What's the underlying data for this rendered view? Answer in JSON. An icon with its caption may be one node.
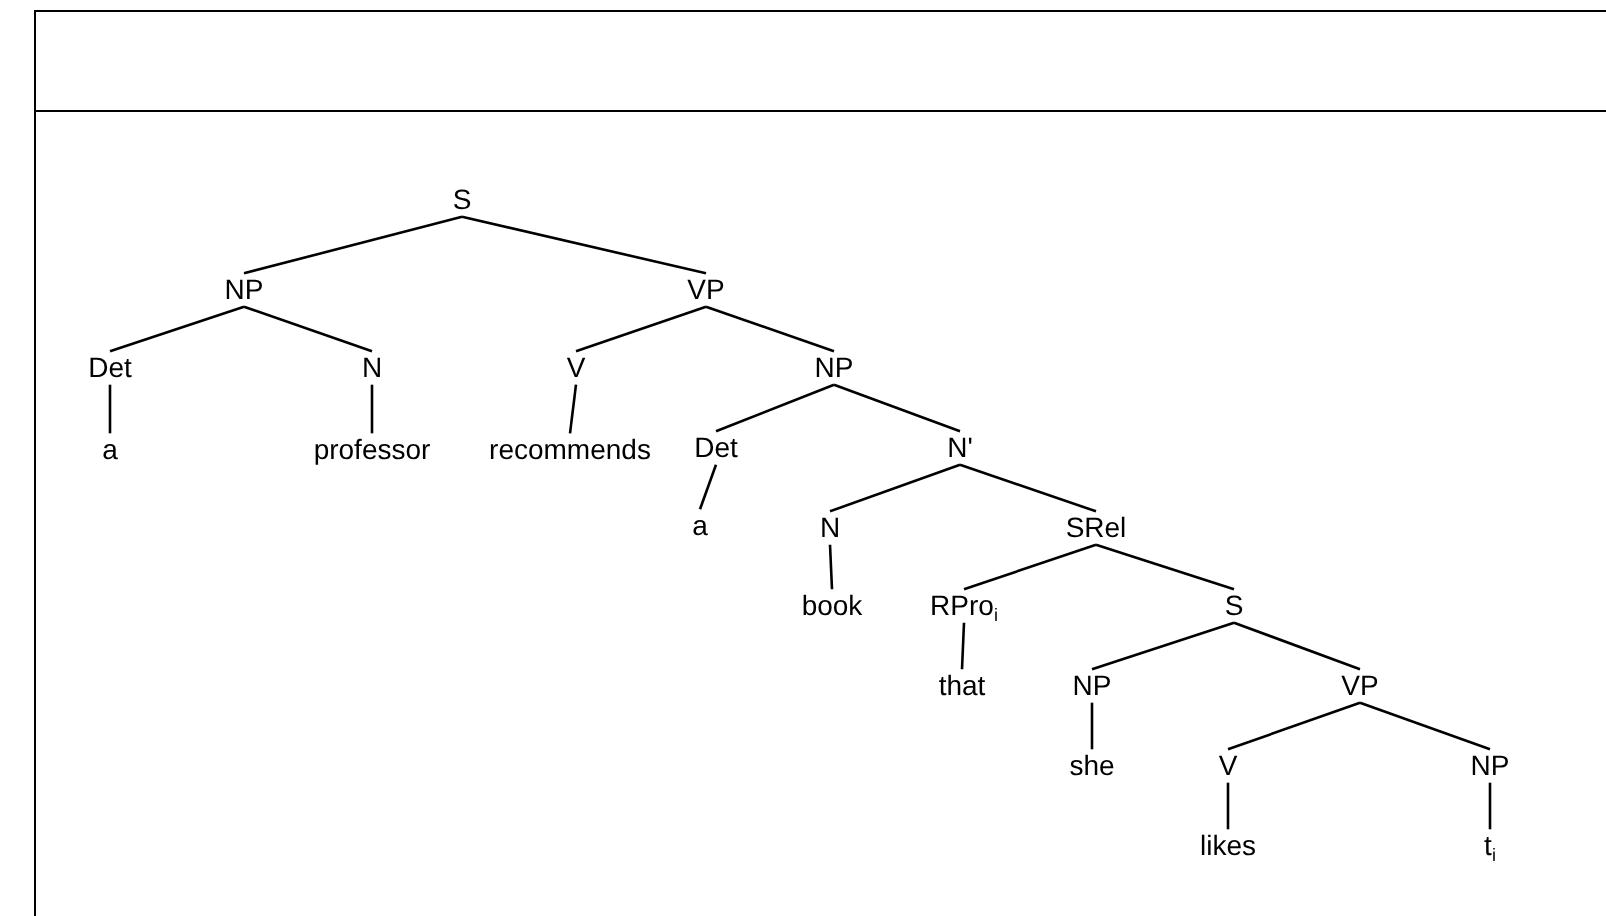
{
  "diagram": {
    "nodes": [
      {
        "text": [
          "S"
        ]
      },
      {
        "text": [
          "NP"
        ]
      },
      {
        "text": [
          "VP"
        ]
      },
      {
        "text": [
          "Det"
        ]
      },
      {
        "text": [
          "N"
        ]
      },
      {
        "text": [
          "V"
        ]
      },
      {
        "text": [
          "NP"
        ]
      },
      {
        "text": [
          "a"
        ]
      },
      {
        "text": [
          "professor"
        ]
      },
      {
        "text": [
          "recommends"
        ]
      },
      {
        "text": [
          "Det"
        ]
      },
      {
        "text": [
          "N'"
        ]
      },
      {
        "text": [
          "a"
        ]
      },
      {
        "text": [
          "N"
        ]
      },
      {
        "text": [
          "SRel"
        ]
      },
      {
        "text": [
          "book"
        ]
      },
      {
        "text": [
          "RPro$_{i}$"
        ]
      },
      {
        "text": [
          "S"
        ]
      },
      {
        "text": [
          "that"
        ]
      },
      {
        "text": [
          "NP"
        ]
      },
      {
        "text": [
          "VP"
        ]
      },
      {
        "text": [
          "she"
        ]
      },
      {
        "text": [
          "V"
        ]
      },
      {
        "text": [
          "NP"
        ]
      },
      {
        "text": [
          "likes"
        ]
      },
      {
        "text": [
          "t$_{i}$"
        ]
      }
    ],
    "edges": [
      {
        "from": 0,
        "to": 1,
        "arrow": "none"
      },
      {
        "from": 0,
        "to": 2,
        "arrow": "none"
      },
      {
        "from": 1,
        "to": 3,
        "arrow": "none"
      },
      {
        "from": 1,
        "to": 4,
        "arrow": "none"
      },
      {
        "from": 2,
        "to": 5,
        "arrow": "none"
      },
      {
        "from": 2,
        "to": 6,
        "arrow": "none"
      },
      {
        "from": 3,
        "to": 7,
        "arrow": "none"
      },
      {
        "from": 4,
        "to": 8,
        "arrow": "none"
      },
      {
        "from": 5,
        "to": 9,
        "arrow": "none"
      },
      {
        "from": 6,
        "to": 10,
        "arrow": "none"
      },
      {
        "from": 6,
        "to": 11,
        "arrow": "none"
      },
      {
        "from": 10,
        "to": 12,
        "arrow": "none"
      },
      {
        "from": 11,
        "to": 13,
        "arrow": "none"
      },
      {
        "from": 11,
        "to": 14,
        "arrow": "none"
      },
      {
        "from": 13,
        "to": 15,
        "arrow": "none"
      },
      {
        "from": 14,
        "to": 16,
        "arrow": "none"
      },
      {
        "from": 14,
        "to": 17,
        "arrow": "none"
      },
      {
        "from": 16,
        "to": 18,
        "arrow": "none"
      },
      {
        "from": 17,
        "to": 19,
        "arrow": "none"
      },
      {
        "from": 17,
        "to": 20,
        "arrow": "none"
      },
      {
        "from": 19,
        "to": 21,
        "arrow": "none"
      },
      {
        "from": 20,
        "to": 22,
        "arrow": "none"
      },
      {
        "from": 20,
        "to": 23,
        "arrow": "none"
      },
      {
        "from": 22,
        "to": 24,
        "arrow": "none"
      },
      {
        "from": 23,
        "to": 25,
        "arrow": "none"
      }
    ]
  }
}
